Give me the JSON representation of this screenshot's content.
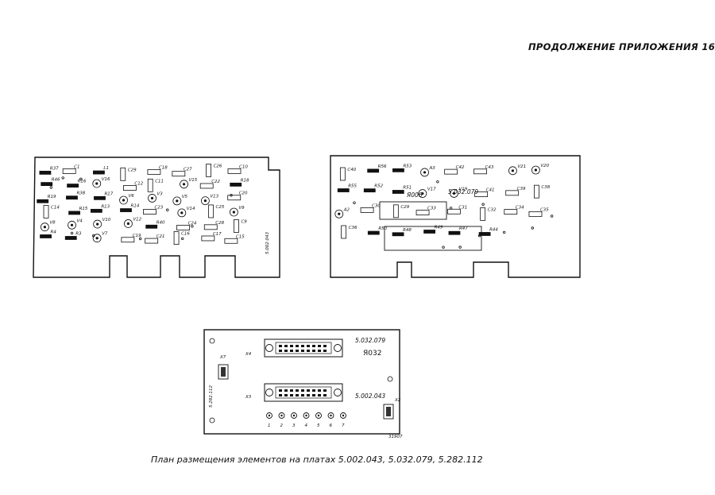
{
  "header": "ПРОДОЛЖЕНИЕ ПРИЛОЖЕНИЯ 16",
  "caption": "План размещения элементов на платах 5.002.043, 5.032.079, 5.282.112",
  "board_left": {
    "labels": [
      "R37",
      "C1",
      "L1",
      "C29",
      "C18",
      "C27",
      "C26",
      "C10",
      "R46",
      "R16",
      "V16",
      "C12",
      "C11",
      "V15",
      "C22",
      "R18",
      "R19",
      "R38",
      "R17",
      "V6",
      "V3",
      "V5",
      "V13",
      "C20",
      "C14",
      "R15",
      "R13",
      "R14",
      "C23",
      "V14",
      "C25",
      "V9",
      "V8",
      "V4",
      "V10",
      "V12",
      "R40",
      "C24",
      "C28",
      "C9",
      "R4",
      "R3",
      "V7",
      "C19",
      "C21",
      "C16",
      "C17",
      "C15"
    ],
    "code": "5.002.043"
  },
  "board_right": {
    "labels": [
      "C40",
      "R56",
      "R53",
      "A3",
      "C42",
      "C43",
      "V21",
      "V20",
      "R55",
      "R52",
      "R51",
      "V17",
      "V19",
      "C41",
      "C39",
      "C38",
      "A2",
      "C30",
      "C29",
      "C33",
      "C31",
      "C32",
      "C34",
      "C35",
      "C36",
      "R50",
      "R48",
      "R49",
      "R47",
      "R44"
    ],
    "code": "5.032.079",
    "designator": "Я006"
  },
  "board_bottom": {
    "labels": {
      "x4": "Х4",
      "x7": "Х7",
      "x3": "Х3",
      "x2": "Х2",
      "code_top": "5.032.079",
      "designator": "Я032",
      "code_mid": "5.002.043",
      "code_side": "5.282.112"
    },
    "pins": [
      "1",
      "2",
      "3",
      "4",
      "5",
      "6",
      "7"
    ],
    "stamp": "31907"
  }
}
